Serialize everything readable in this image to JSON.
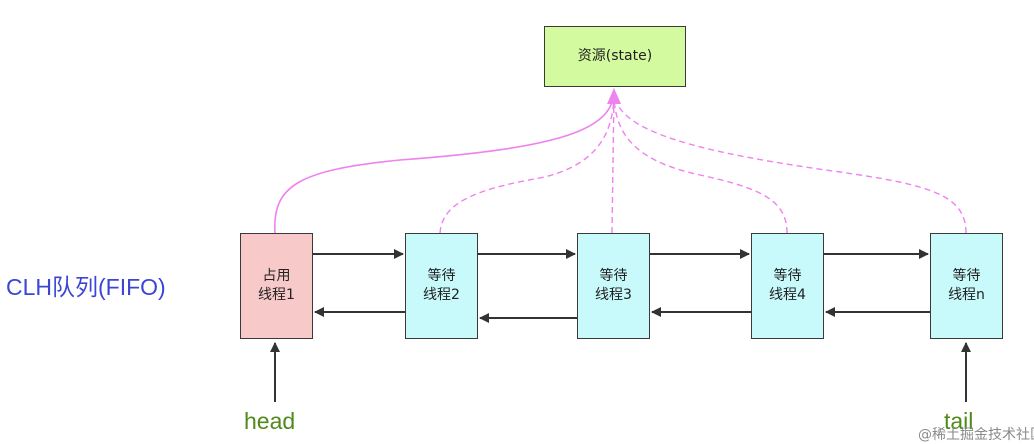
{
  "resource": {
    "label": "资源(state)"
  },
  "queue_label": "CLH队列(FIFO)",
  "nodes": [
    {
      "line1": "占用",
      "line2": "线程1"
    },
    {
      "line1": "等待",
      "line2": "线程2"
    },
    {
      "line1": "等待",
      "line2": "线程3"
    },
    {
      "line1": "等待",
      "line2": "线程4"
    },
    {
      "line1": "等待",
      "line2": "线程n"
    }
  ],
  "pointers": {
    "head": "head",
    "tail": "tail"
  },
  "watermark": "@稀土掘金技术社区",
  "colors": {
    "resource_fill": "#d3fa9f",
    "holding_fill": "#f8c9c9",
    "waiting_fill": "#c8f9fb",
    "request_line": "#ee82ee",
    "queue_label": "#3c46d6",
    "pointer_label": "#4f8a1a"
  }
}
